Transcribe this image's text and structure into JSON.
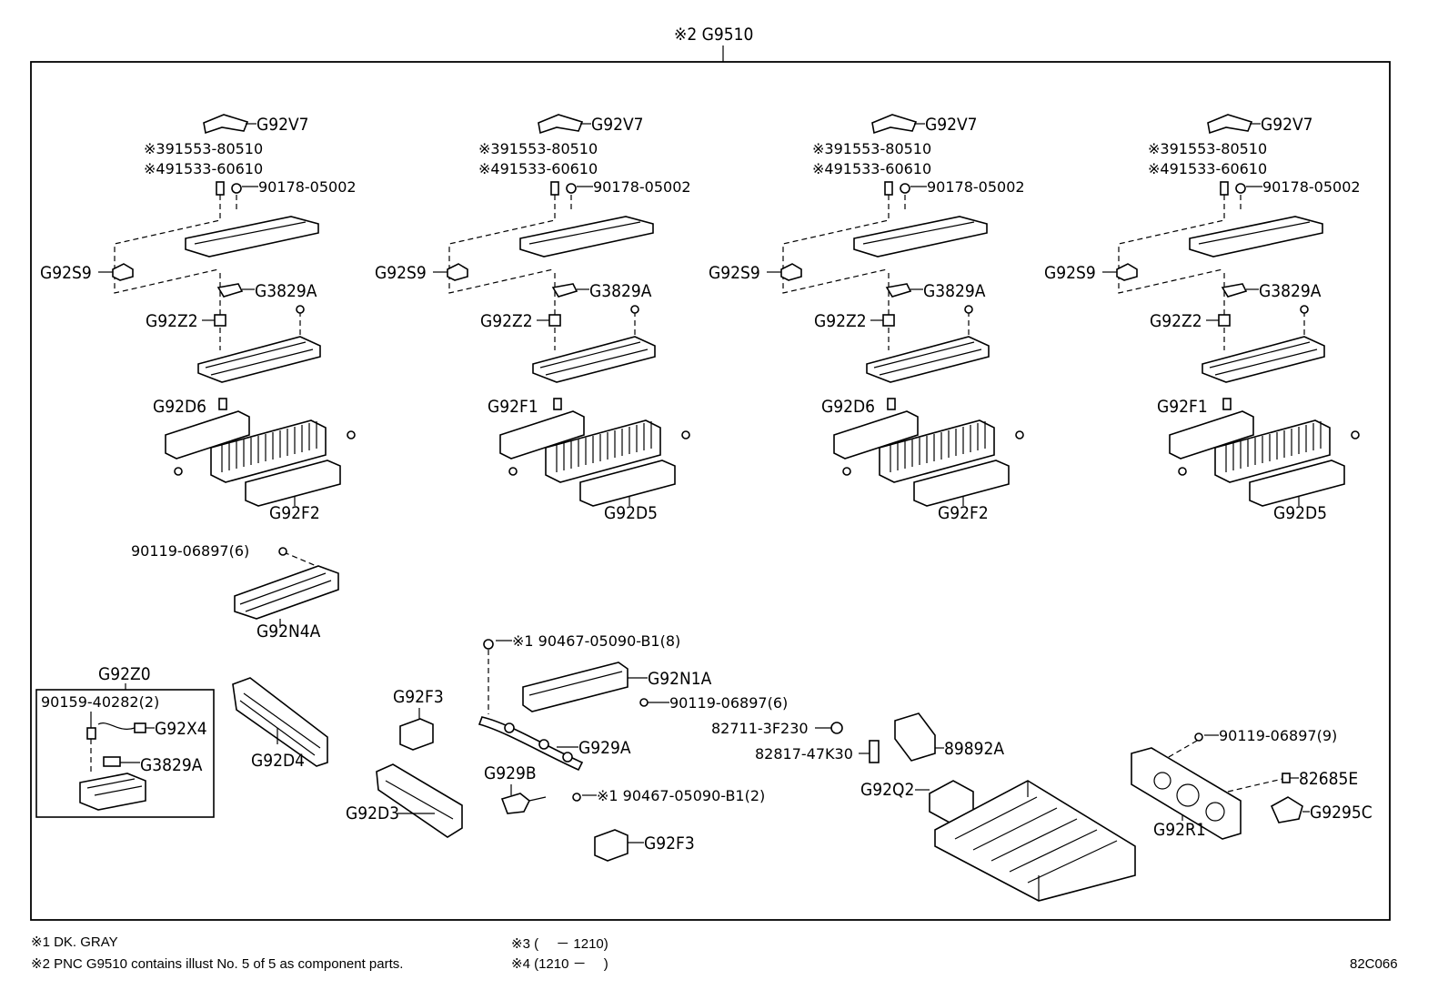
{
  "top_label": "※2 G9510",
  "groups": [
    {
      "top": "G92V7",
      "p3": "※391553-80510",
      "p4": "※491533-60610",
      "nut": "90178-05002",
      "bracket": "G92S9",
      "clip": "G3829A",
      "clamp": "G92Z2",
      "cover": "G92D6",
      "duct": "G92F2"
    },
    {
      "top": "G92V7",
      "p3": "※391553-80510",
      "p4": "※491533-60610",
      "nut": "90178-05002",
      "bracket": "G92S9",
      "clip": "G3829A",
      "clamp": "G92Z2",
      "cover": "G92F1",
      "duct": "G92D5"
    },
    {
      "top": "G92V7",
      "p3": "※391553-80510",
      "p4": "※491533-60610",
      "nut": "90178-05002",
      "bracket": "G92S9",
      "clip": "G3829A",
      "clamp": "G92Z2",
      "cover": "G92D6",
      "duct": "G92F2"
    },
    {
      "top": "G92V7",
      "p3": "※391553-80510",
      "p4": "※491533-60610",
      "nut": "90178-05002",
      "bracket": "G92S9",
      "clip": "G3829A",
      "clamp": "G92Z2",
      "cover": "G92F1",
      "duct": "G92D5"
    }
  ],
  "parts": {
    "bolt_n4a": "90119-06897(6)",
    "plate_n4a": "G92N4A",
    "kit_title": "G92Z0",
    "kit_bolt": "90159-40282(2)",
    "kit_x4": "G92X4",
    "kit_clip": "G3829A",
    "duct_d4": "G92D4",
    "f3_upper": "G92F3",
    "d3": "G92D3",
    "screw_8": "※1 90467-05090-B1(8)",
    "n1a": "G92N1A",
    "bolt_6b": "90119-06897(6)",
    "g929a": "G929A",
    "g929b": "G929B",
    "screw_2": "※1 90467-05090-B1(2)",
    "f3_lower": "G92F3",
    "p82711": "82711-3F230",
    "p82817": "82817-47K30",
    "p89892": "89892A",
    "q2": "G92Q2",
    "bolt_9": "90119-06897(9)",
    "p82685": "82685E",
    "r1": "G92R1",
    "p9295": "G9295C"
  },
  "notes": {
    "n1": "※1 DK. GRAY",
    "n2": "※2 PNC G9510 contains illust No. 5 of 5 as component parts.",
    "n3": "※3 (　 － 1210)",
    "n4": "※4 (1210 － 　)",
    "code": "82C066"
  }
}
